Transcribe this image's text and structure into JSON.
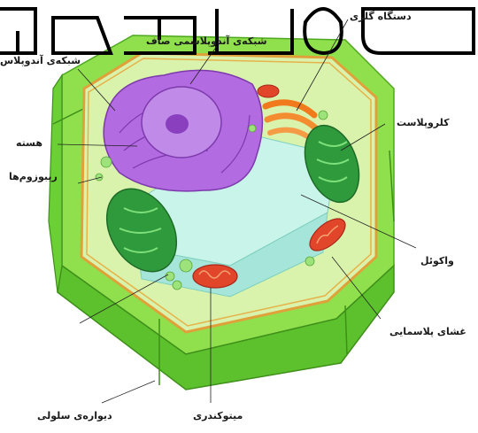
{
  "watermark": {
    "text": "چگونه"
  },
  "labels": {
    "golgi": "دستگاه گلژی",
    "smooth_er": "شبکه‌ی آندوپلاسمی صاف",
    "rough_er": "شبکه‌ی آندوپلاس",
    "chloroplast": "کلروپلاست",
    "nucleus": "هسته",
    "ribosomes": "ریبوزوم‌ها",
    "vacuole": "واکوئل",
    "plasma_membrane": "غشای پلاسمایی",
    "cell_wall": "دیواره‌ی سلولی",
    "mitochondria": "میتوکندری"
  },
  "colors": {
    "cell_wall": "#7fd63a",
    "cell_wall_dark": "#4ea820",
    "cytoplasm": "#d7f2a8",
    "membrane": "#e0a13a",
    "nucleus": "#a45ad8",
    "nucleolus": "#8a3fbf",
    "golgi": "#f07a1c",
    "chloroplast": "#2f9a3c",
    "vacuole": "#bdeee4",
    "mitochondria": "#e2462a"
  }
}
